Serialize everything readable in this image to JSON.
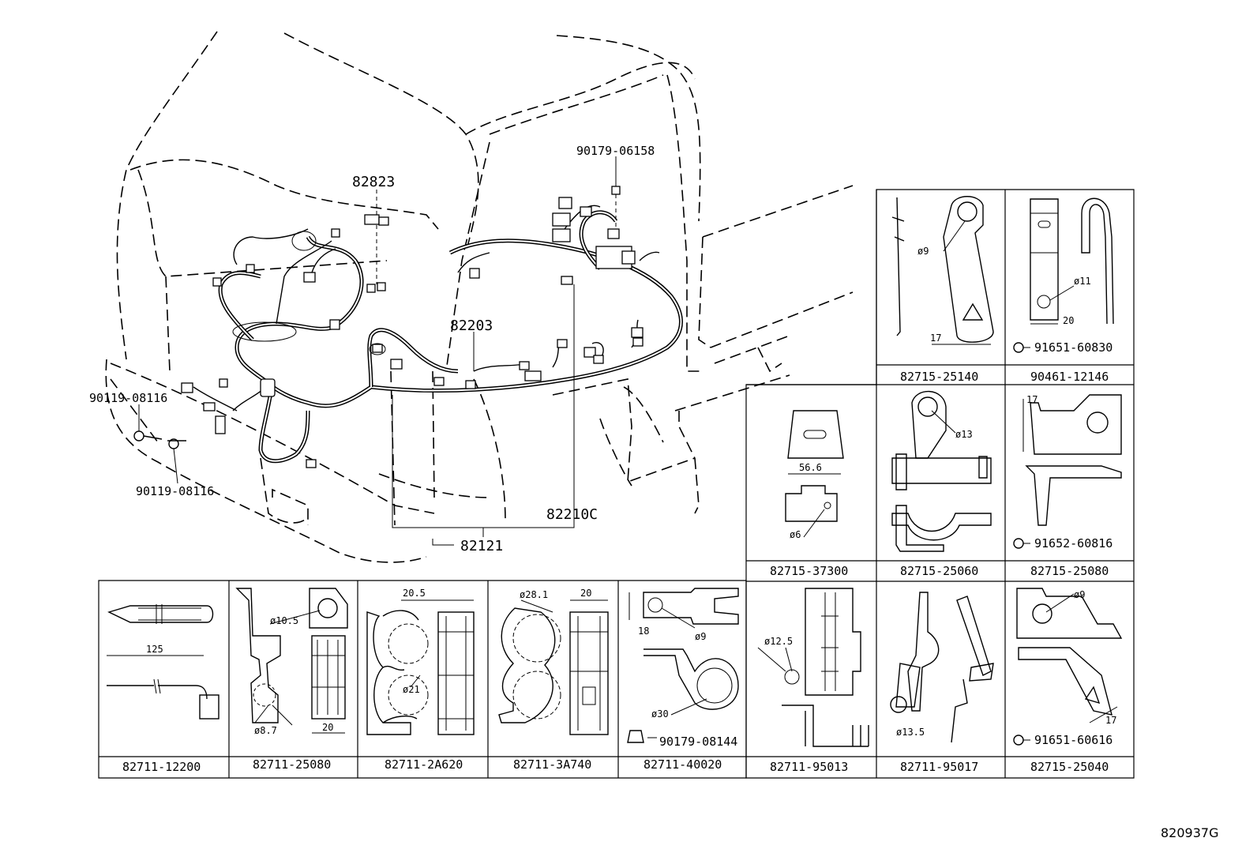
{
  "main_labels": {
    "p82823": "82823",
    "p90179_06158": "90179-06158",
    "p82203": "82203",
    "p90119_08116_a": "90119-08116",
    "p90119_08116_b": "90119-08116",
    "p82210C": "82210C",
    "p82121": "82121"
  },
  "parts_right": [
    {
      "part": "82715-25140",
      "dims": [
        "ø9",
        "17"
      ]
    },
    {
      "part": "90461-12146",
      "dims": [
        "ø11",
        "20"
      ],
      "sub": "91651-60830"
    },
    {
      "part": "82715-37300",
      "dims": [
        "56.6",
        "ø6"
      ]
    },
    {
      "part": "82715-25060",
      "dims": [
        "ø13"
      ]
    },
    {
      "part": "82715-25080",
      "dims": [
        "17"
      ],
      "sub": "91652-60816"
    },
    {
      "part": "82711-95013",
      "dims": [
        "ø12.5"
      ]
    },
    {
      "part": "82711-95017",
      "dims": [
        "ø13.5"
      ]
    },
    {
      "part": "82715-25040",
      "dims": [
        "ø9",
        "17"
      ],
      "sub": "91651-60616"
    }
  ],
  "parts_bottom": [
    {
      "part": "82711-12200",
      "dims": [
        "125"
      ]
    },
    {
      "part": "82711-25080",
      "dims": [
        "ø10.5",
        "ø8.7",
        "20"
      ]
    },
    {
      "part": "82711-2A620",
      "dims": [
        "20.5",
        "ø21"
      ]
    },
    {
      "part": "82711-3A740",
      "dims": [
        "ø28.1",
        "20"
      ]
    },
    {
      "part": "82711-40020",
      "dims": [
        "18",
        "ø9",
        "ø30"
      ],
      "sub": "90179-08144"
    }
  ],
  "ref_code": "820937G"
}
